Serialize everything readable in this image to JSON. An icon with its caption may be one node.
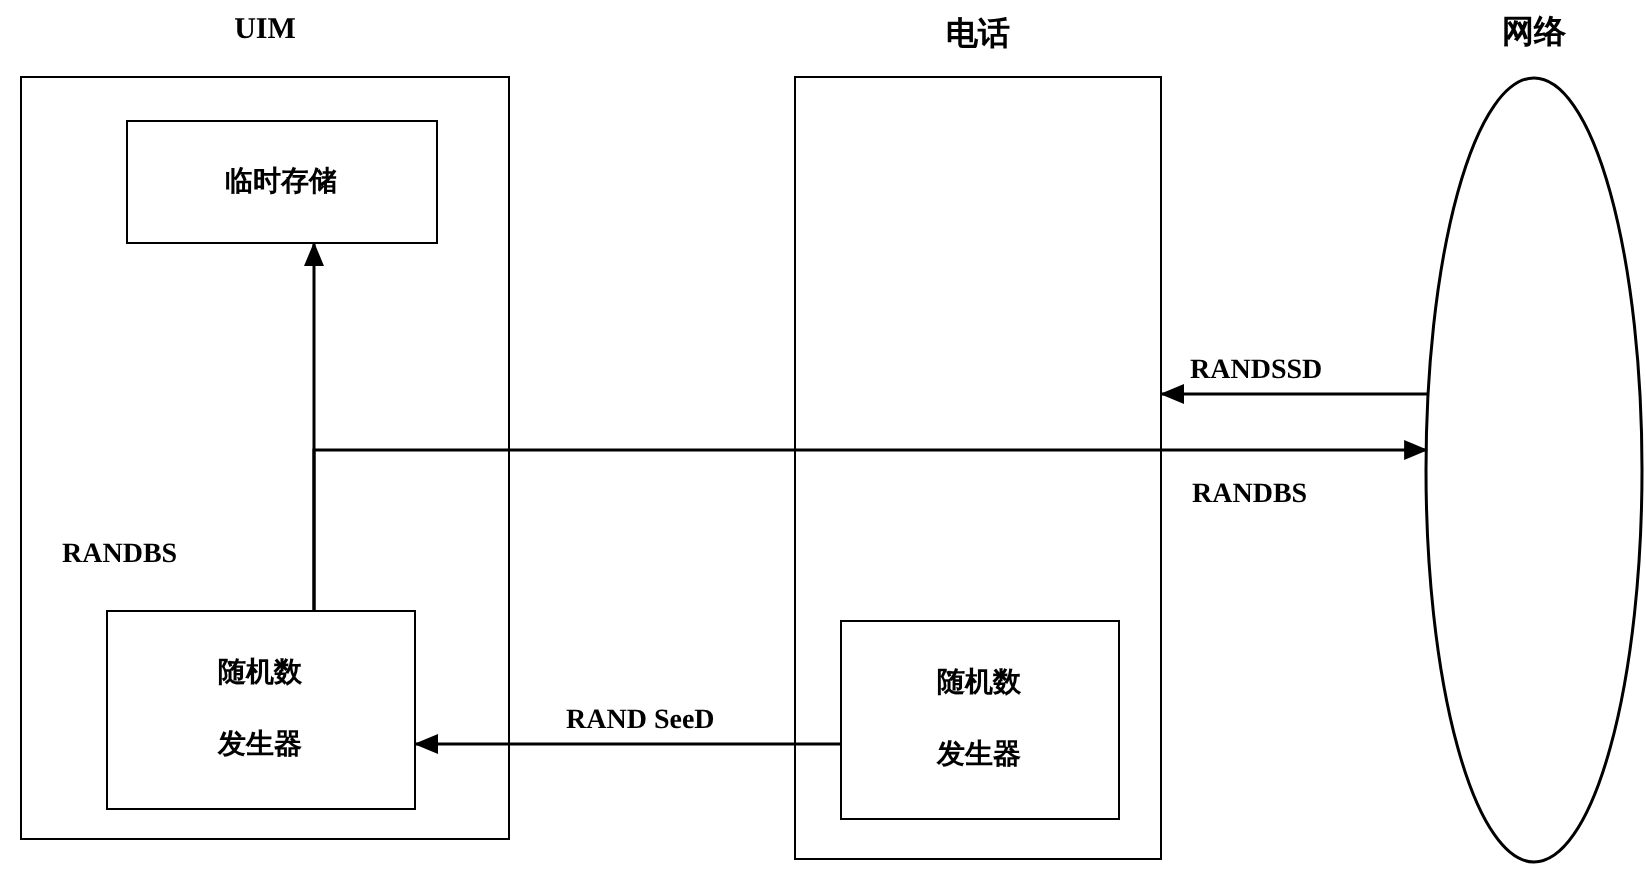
{
  "diagram": {
    "nodes": [
      {
        "text": [
          "UIM"
        ]
      },
      {
        "text": [
          "临时存储"
        ],
        "in": 0
      },
      {
        "text": [
          "随机数发生器"
        ],
        "in": 0
      },
      {
        "text": [
          "电话"
        ]
      },
      {
        "text": [
          "随机数发生器"
        ],
        "in": 3
      },
      {
        "text": [
          "网络"
        ]
      }
    ],
    "edges": [
      {
        "from": 2,
        "to": 1,
        "arrow": "to",
        "label": "RANDBS"
      },
      {
        "from": 2,
        "to": 5,
        "arrow": "to",
        "label": "RANDBS"
      },
      {
        "from": 5,
        "to": 3,
        "arrow": "to",
        "label": "RANDSSD"
      },
      {
        "from": 4,
        "to": 2,
        "arrow": "to",
        "label": "RAND SeeD"
      }
    ]
  }
}
